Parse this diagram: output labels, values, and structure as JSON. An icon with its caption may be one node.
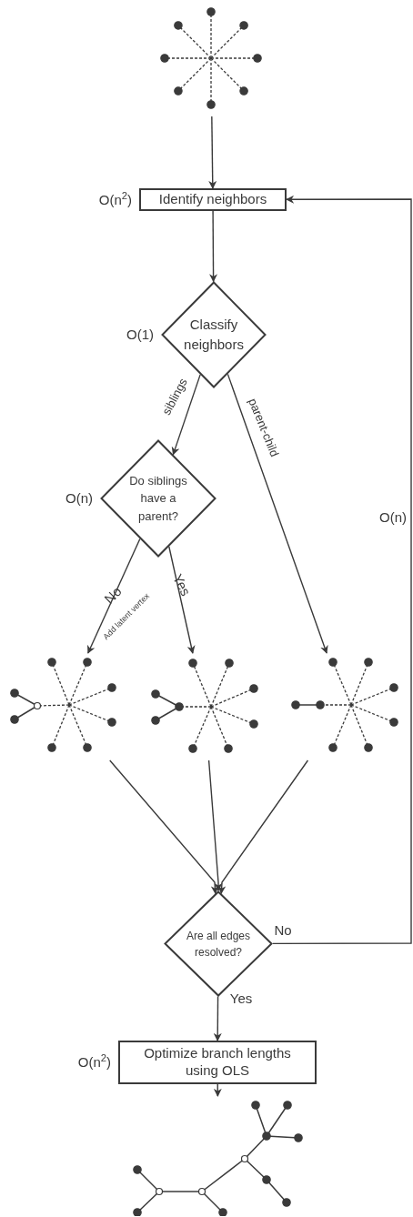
{
  "diagram": {
    "nodes": [
      {
        "text": [],
        "shape": "picture"
      },
      {
        "text": [
          "Identify neighbors"
        ],
        "beside": [
          "O(n$^{2}$)"
        ]
      },
      {
        "text": [
          "Classify neighbors"
        ],
        "beside": [
          "O(1)"
        ]
      },
      {
        "text": [
          "Do siblings have a parent?"
        ],
        "beside": [
          "O(n)"
        ]
      },
      {
        "text": [],
        "shape": "picture"
      },
      {
        "text": [],
        "shape": "picture"
      },
      {
        "text": [],
        "shape": "picture"
      },
      {
        "text": [
          "Are all edges resolved?"
        ]
      },
      {
        "text": [
          "Optimize branch lengths using OLS"
        ],
        "beside": [
          "O(n$^{2}$)"
        ]
      },
      {
        "text": [],
        "shape": "picture"
      }
    ],
    "edges": [
      {
        "from": 0,
        "to": 1,
        "arrow": "to"
      },
      {
        "from": 1,
        "to": 2,
        "arrow": "to"
      },
      {
        "from": 2,
        "to": 3,
        "arrow": "to",
        "label": "siblings"
      },
      {
        "from": 2,
        "to": 6,
        "arrow": "to",
        "label": "parent-child"
      },
      {
        "from": 3,
        "to": 4,
        "arrow": "to",
        "label": "No"
      },
      {
        "from": 3,
        "to": 5,
        "arrow": "to",
        "label": "Yes"
      },
      {
        "from": 4,
        "to": 7,
        "arrow": "to"
      },
      {
        "from": 5,
        "to": 7,
        "arrow": "to"
      },
      {
        "from": 6,
        "to": 7,
        "arrow": "to"
      },
      {
        "from": 7,
        "to": 1,
        "arrow": "to",
        "label": "No"
      },
      {
        "from": 7,
        "to": 8,
        "arrow": "to",
        "label": "Yes"
      },
      {
        "from": 8,
        "to": 9,
        "arrow": "to"
      }
    ],
    "labels": [
      "Add latent vertex",
      "O(n)"
    ]
  }
}
